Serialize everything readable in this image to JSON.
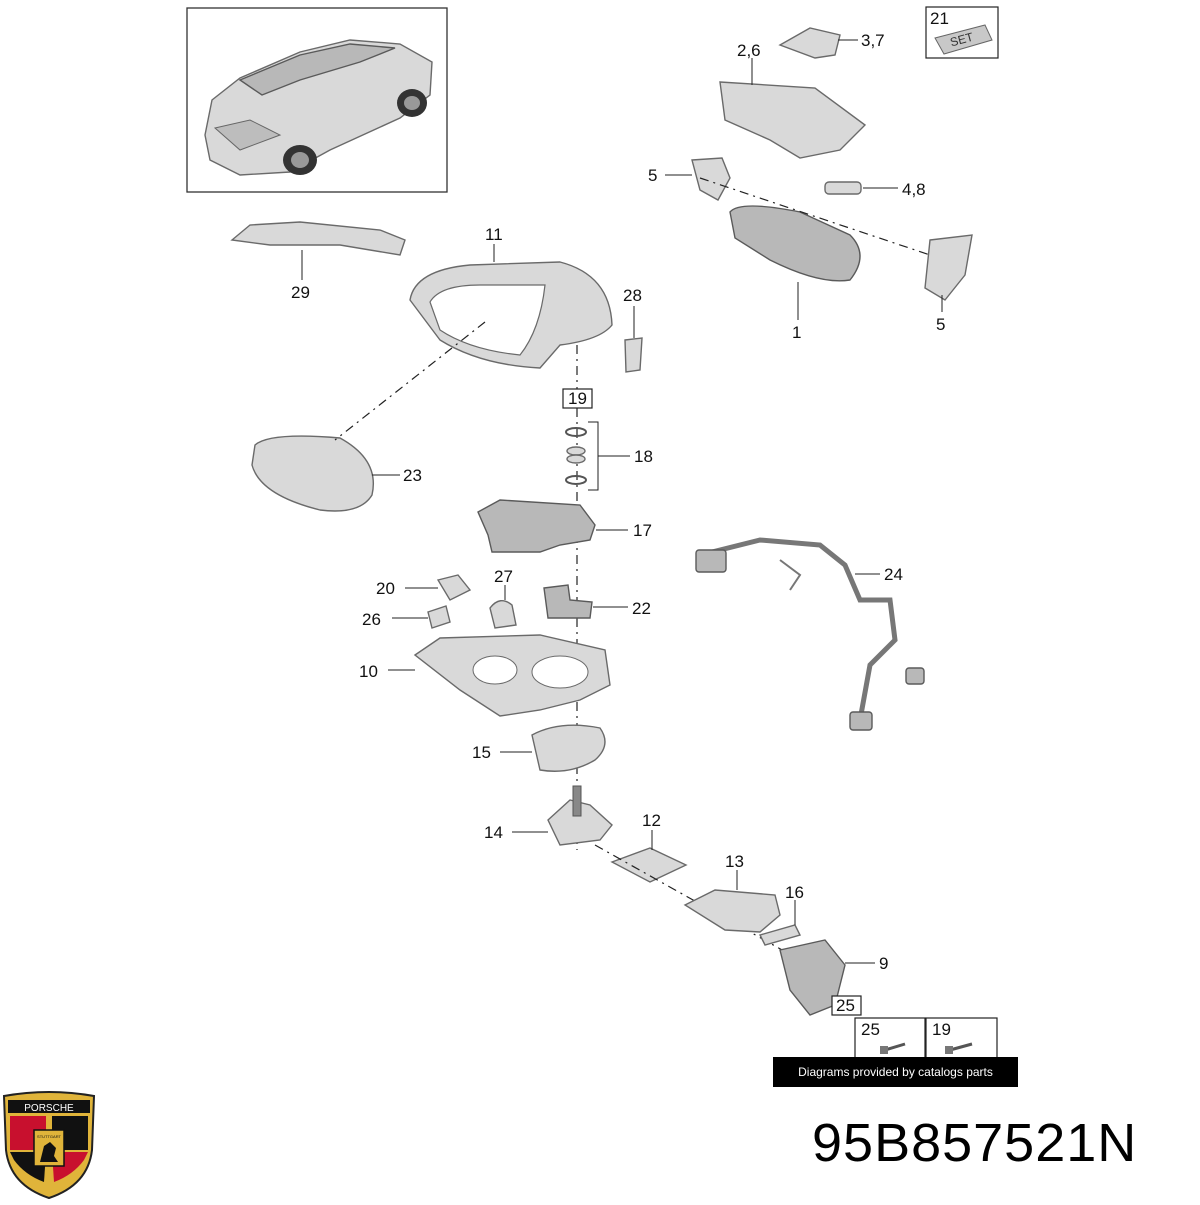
{
  "labels": {
    "l1": "1",
    "l2_6": "2,6",
    "l3_7": "3,7",
    "l4_8": "4,8",
    "l5a": "5",
    "l5b": "5",
    "l9": "9",
    "l10": "10",
    "l11": "11",
    "l12": "12",
    "l13": "13",
    "l14": "14",
    "l15": "15",
    "l16": "16",
    "l17": "17",
    "l18": "18",
    "l19": "19",
    "l20": "20",
    "l21": "21",
    "l22": "22",
    "l23": "23",
    "l24": "24",
    "l25": "25",
    "l26": "26",
    "l27": "27",
    "l28": "28",
    "l29": "29",
    "l25box": "25",
    "l19box": "19",
    "l25legend": "25",
    "l19legend": "19"
  },
  "set_tag": "SET",
  "credit": "Diagrams provided by catalogs parts",
  "part_number": "95B857521N",
  "logo": {
    "brand": "PORSCHE",
    "city": "STUTTGART"
  },
  "colors": {
    "part_fill": "#d9d9d9",
    "logo_gold": "#e0b43a",
    "logo_red": "#c8102e"
  }
}
